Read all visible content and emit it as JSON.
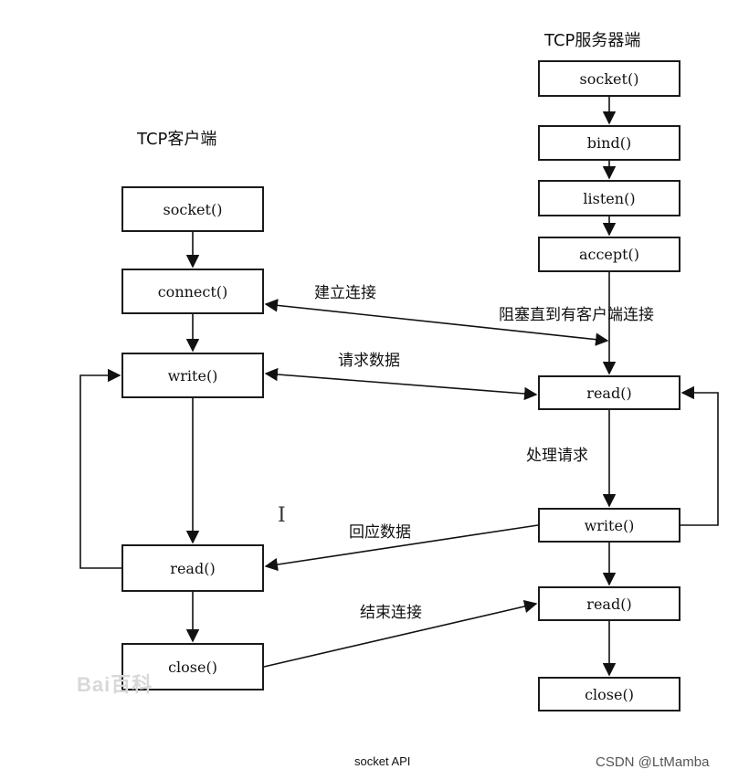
{
  "client": {
    "title": "TCP客户端",
    "boxes": {
      "socket": "socket()",
      "connect": "connect()",
      "write": "write()",
      "read": "read()",
      "close": "close()"
    }
  },
  "server": {
    "title": "TCP服务器端",
    "boxes": {
      "socket": "socket()",
      "bind": "bind()",
      "listen": "listen()",
      "accept": "accept()",
      "read": "read()",
      "write": "write()",
      "read2": "read()",
      "close": "close()"
    }
  },
  "labels": {
    "establish": "建立连接",
    "block": "阻塞直到有客户端连接",
    "request": "请求数据",
    "process": "处理请求",
    "response": "回应数据",
    "end": "结束连接"
  },
  "caption": "socket API",
  "watermark": "CSDN @LtMamba",
  "baidu_watermark": "Bai百科"
}
